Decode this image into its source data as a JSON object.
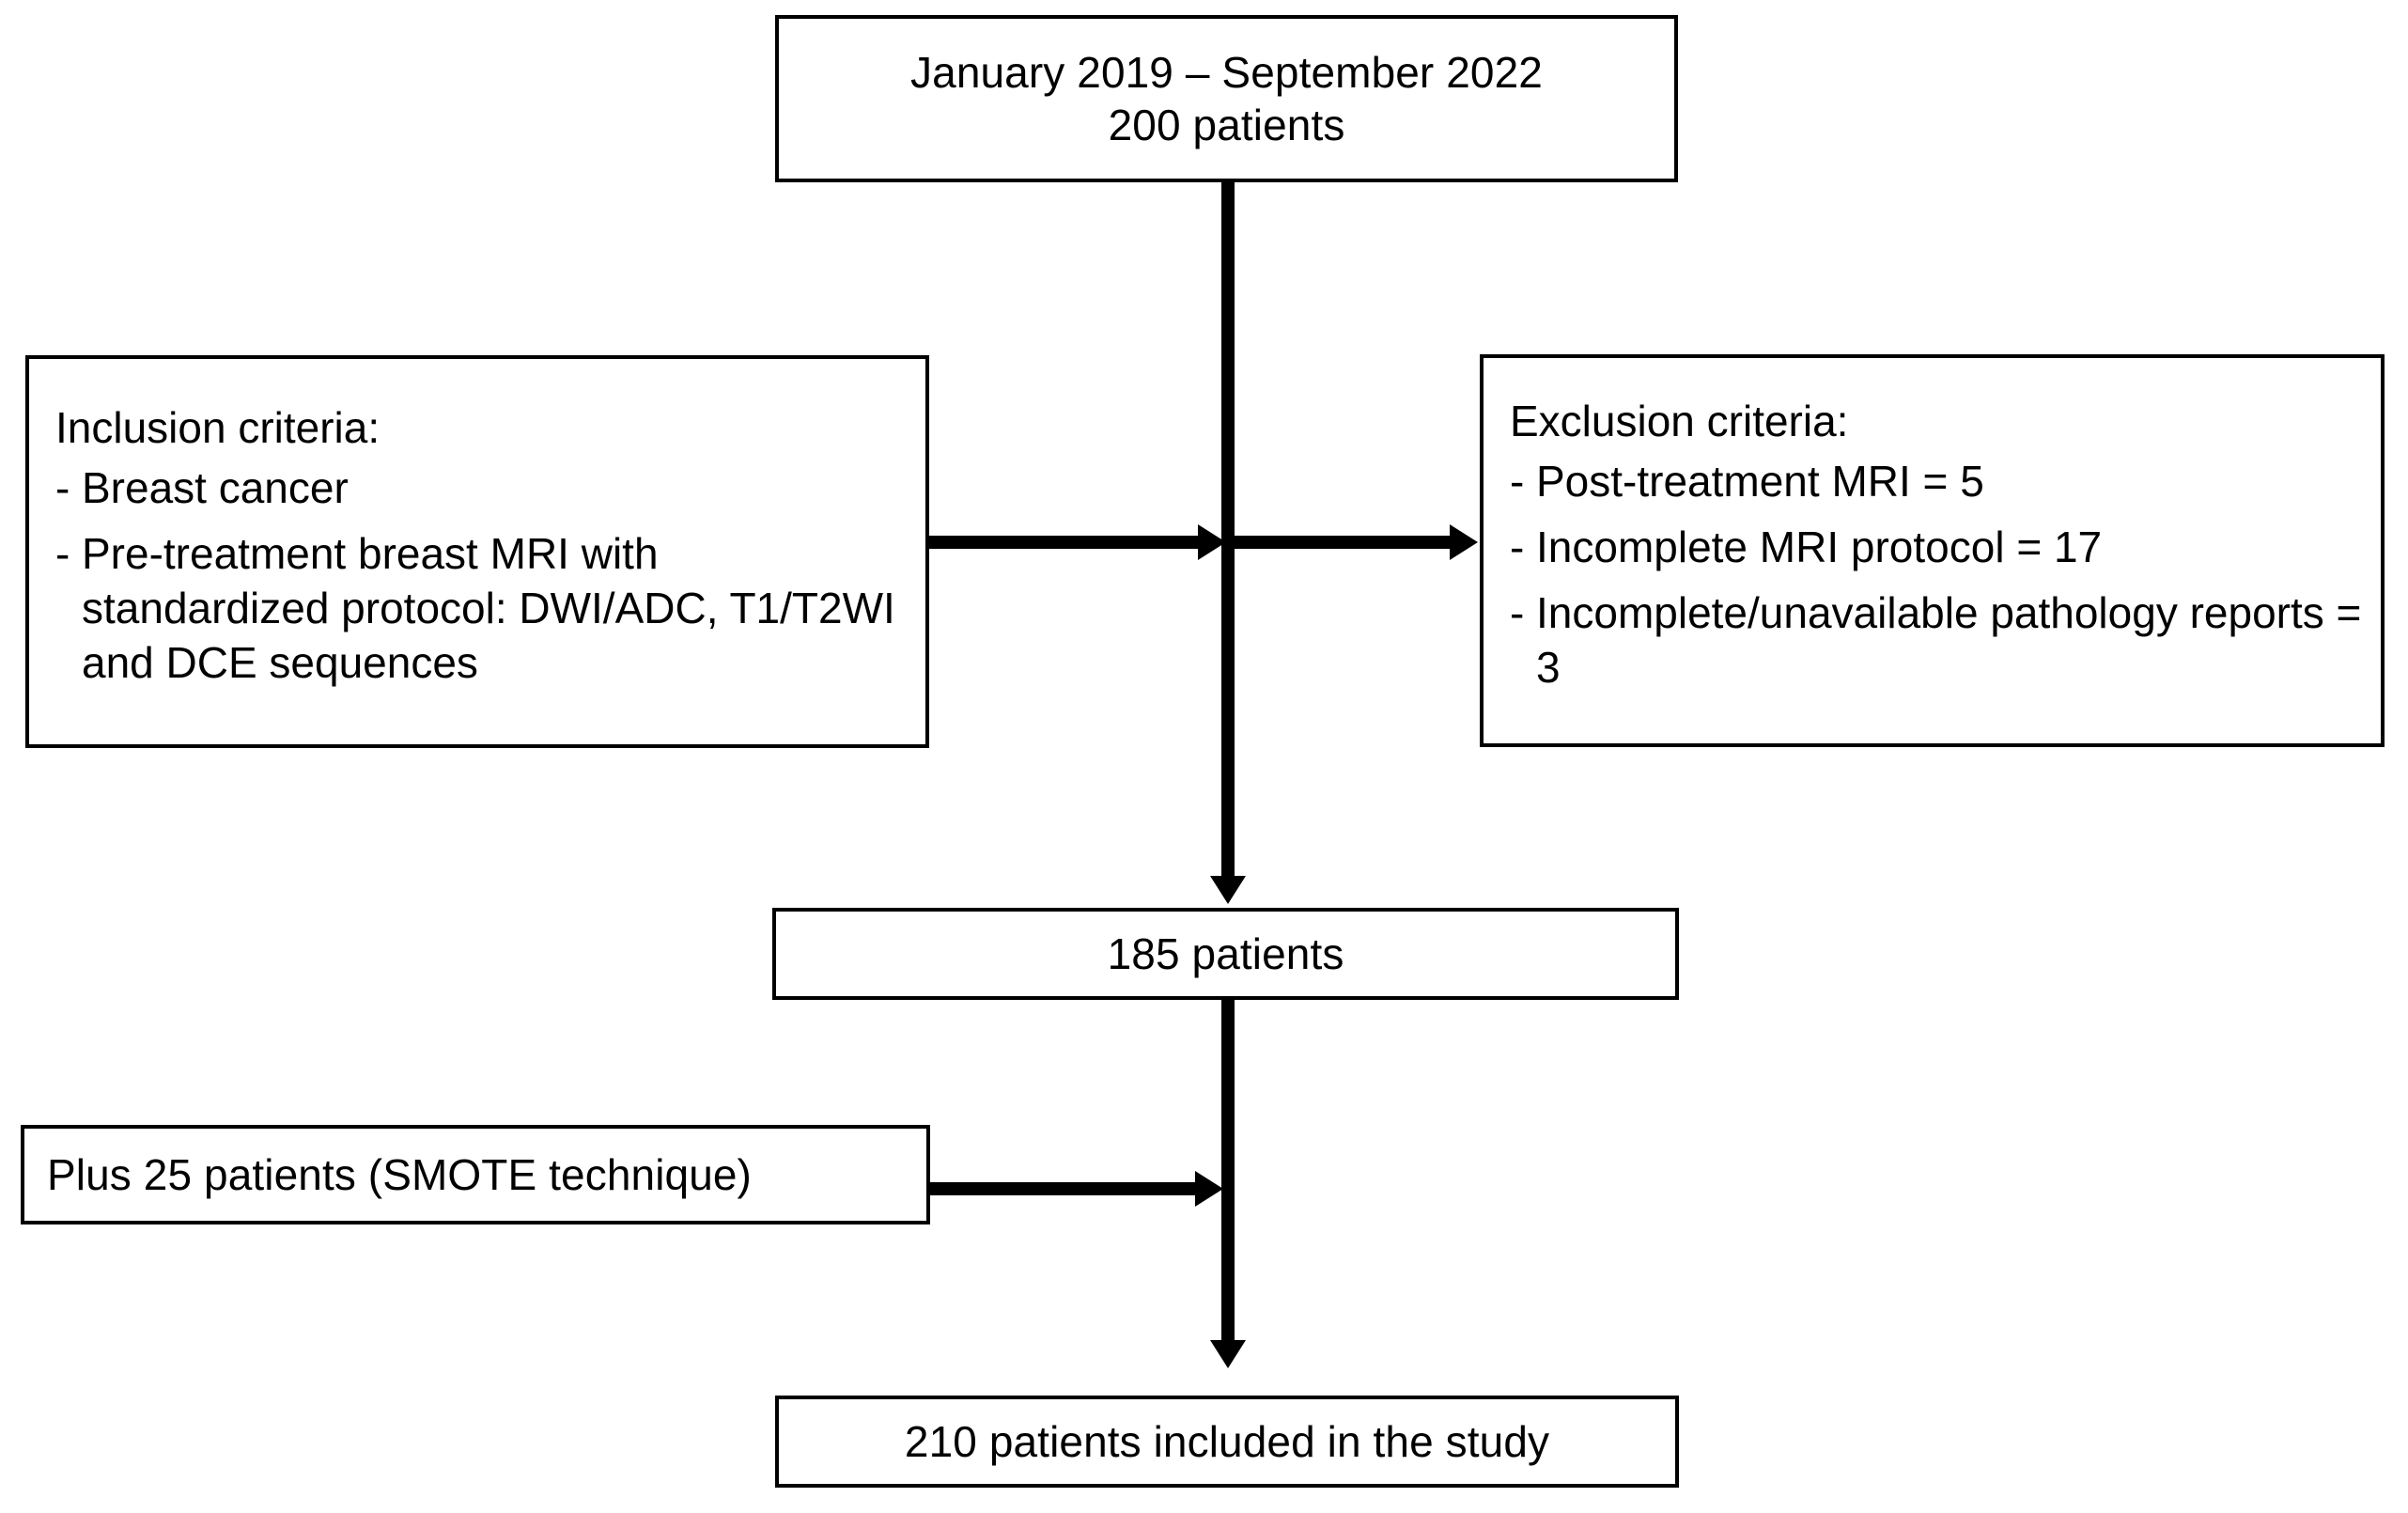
{
  "figure": {
    "type": "flowchart",
    "orientation": "top-to-bottom",
    "background_color": "#ffffff",
    "line_color": "#000000"
  },
  "nodes": {
    "source": {
      "line1": "January 2019 – September 2022",
      "line2": "200 patients"
    },
    "inclusion": {
      "title": "Inclusion criteria:",
      "dash": "-",
      "items": [
        "Breast cancer",
        "Pre-treatment breast MRI with standardized protocol: DWI/ADC, T1/T2WI and DCE sequences"
      ]
    },
    "exclusion": {
      "title": "Exclusion criteria:",
      "dash": "-",
      "items": [
        "Post-treatment MRI = 5",
        "Incomplete  MRI protocol = 17",
        "Incomplete/unavailable pathology reports = 3"
      ]
    },
    "after_exclusion": {
      "line1": "185 patients"
    },
    "smote": {
      "line1": "Plus 25 patients (SMOTE technique)"
    },
    "final": {
      "line1": "210 patients included in the study"
    }
  },
  "counts": {
    "screened": 200,
    "excluded_post_treatment_mri": 5,
    "excluded_incomplete_mri_protocol": 17,
    "excluded_incomplete_pathology_reports": 3,
    "after_exclusion": 185,
    "smote_added": 25,
    "final_included": 210
  }
}
